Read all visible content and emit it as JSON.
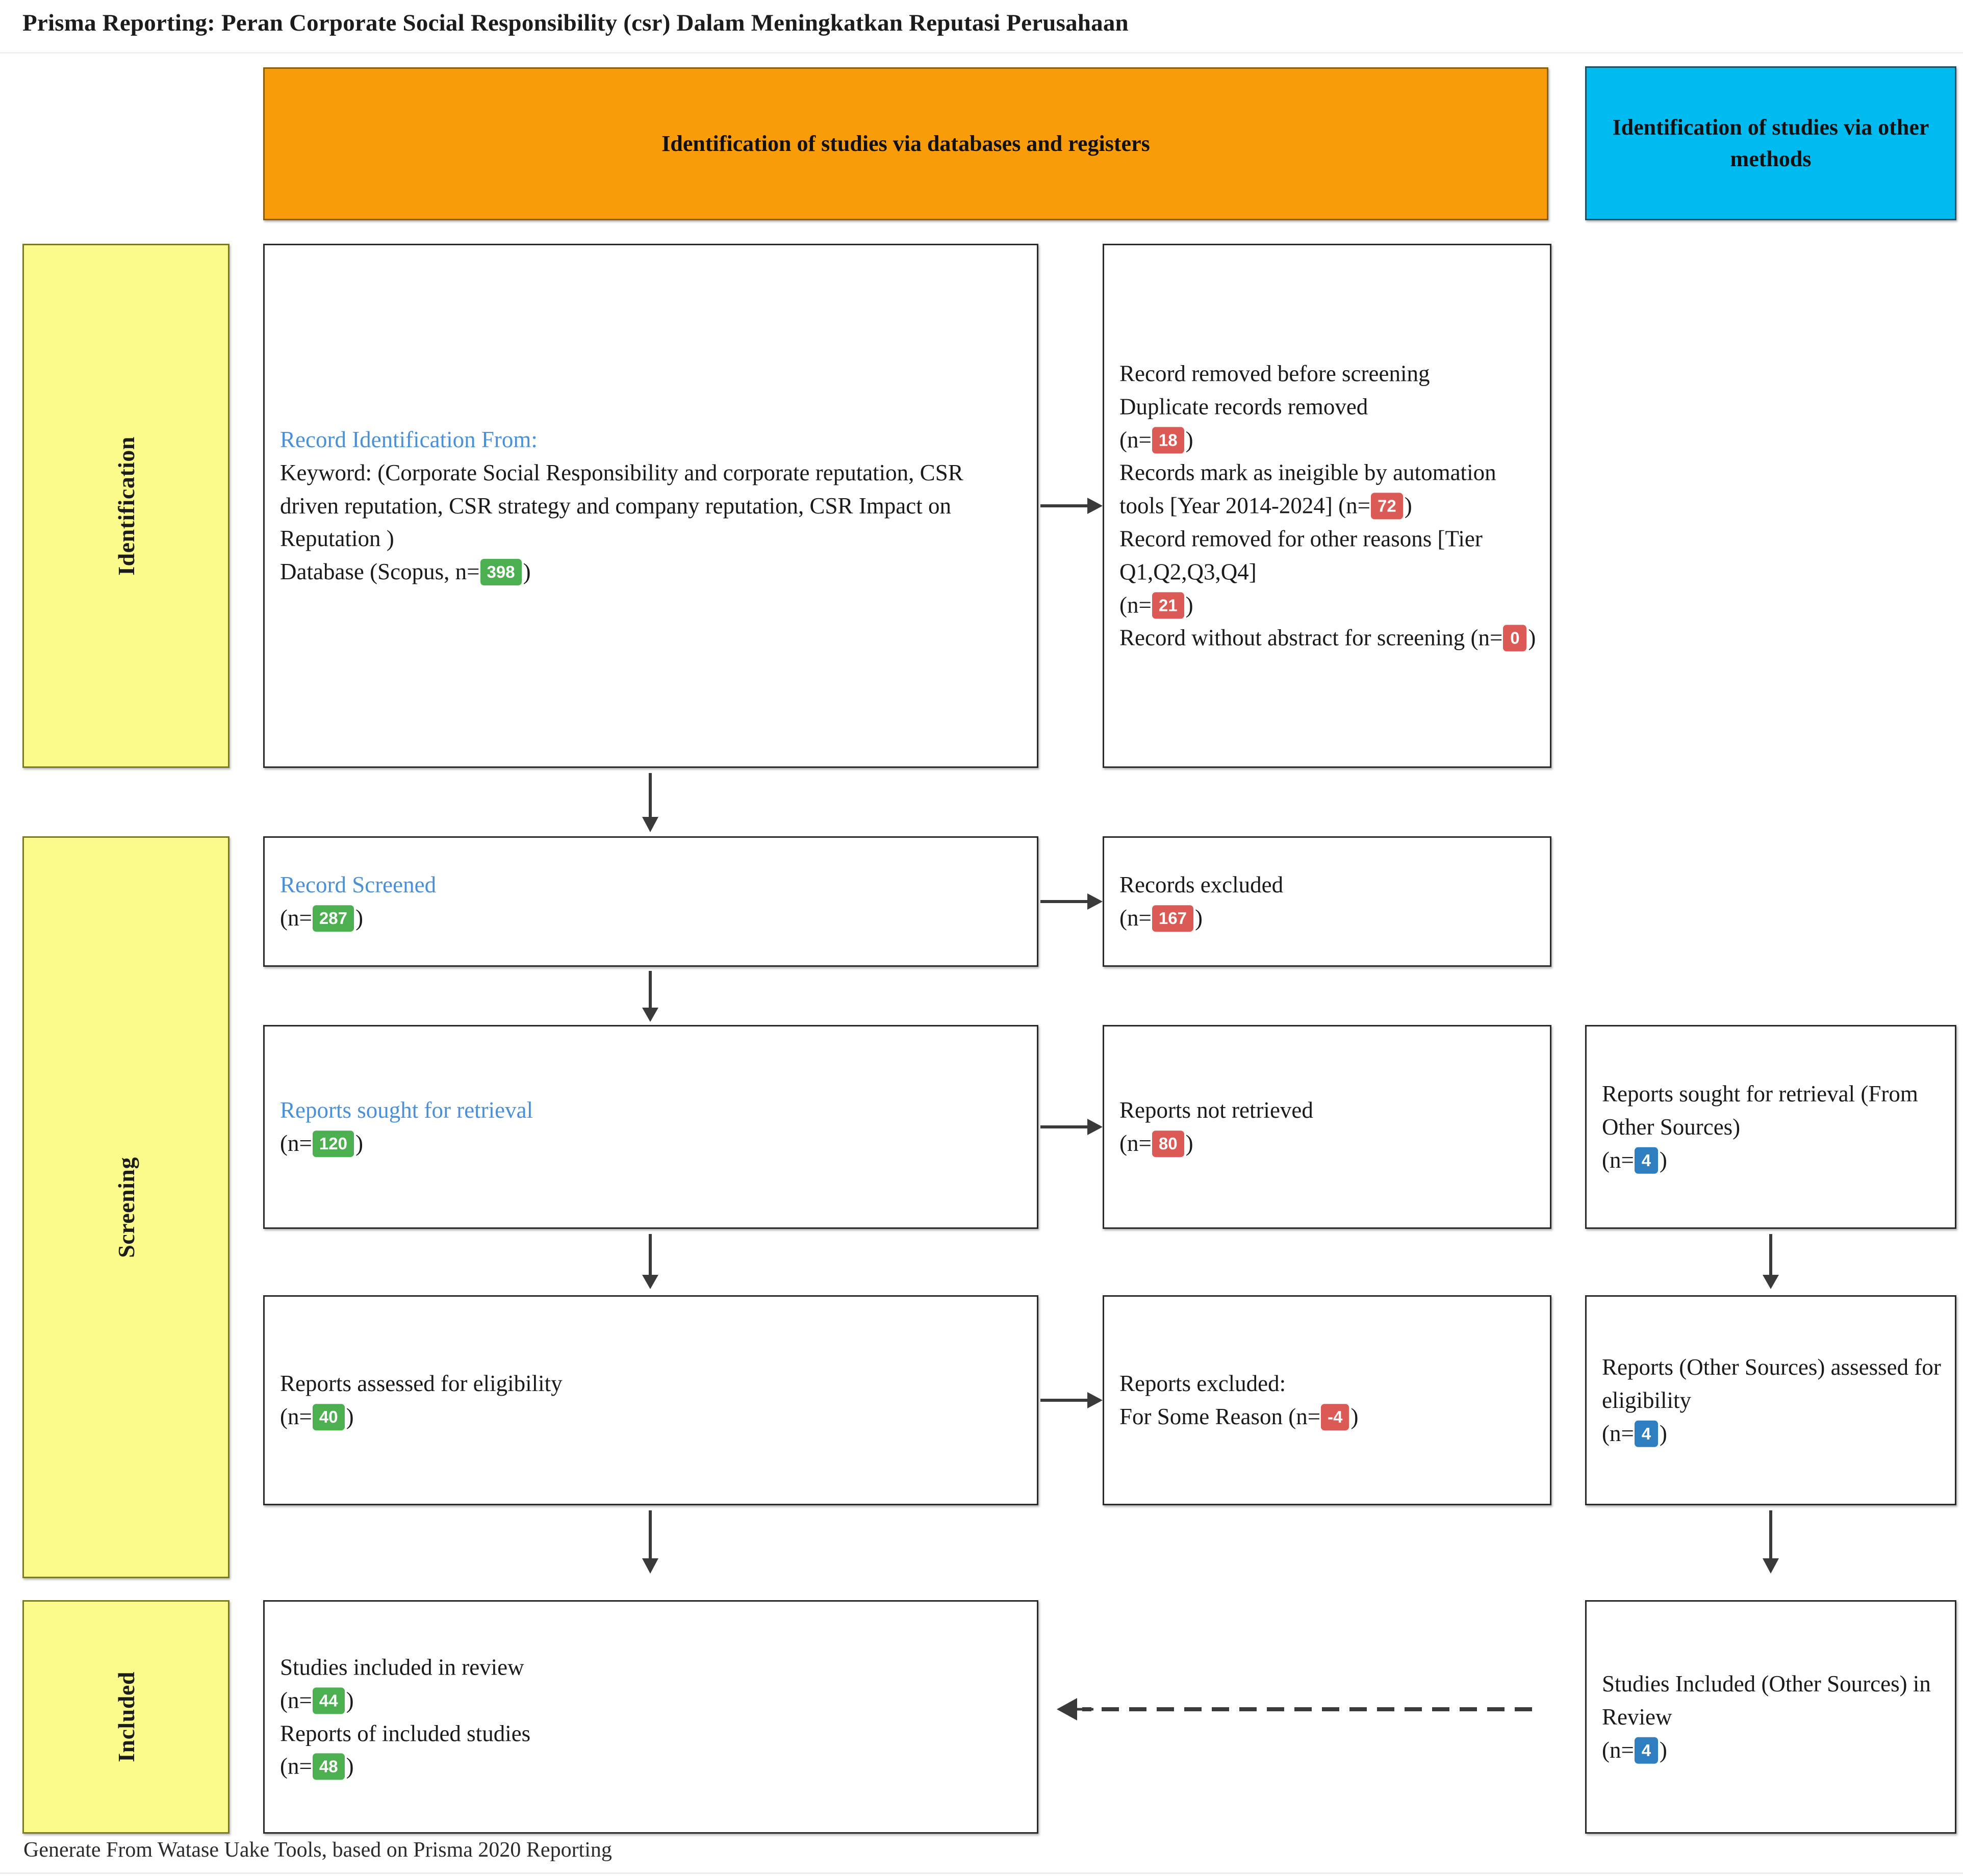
{
  "page": {
    "title": "Prisma Reporting: Peran Corporate Social Responsibility (csr) Dalam Meningkatkan Reputasi Perusahaan",
    "footer": "Generate From Watase Uake Tools, based on Prisma 2020 Reporting"
  },
  "colors": {
    "banner_databases_bg": "#f89c0a",
    "banner_other_bg": "#00bbf0",
    "stage_label_bg": "#fbfb8b",
    "badge_green": "#4caf50",
    "badge_red": "#db5a56",
    "badge_blue": "#2f7fc0",
    "heading_blue": "#4a90d9"
  },
  "banners": {
    "databases": "Identification of studies via databases and registers",
    "other_methods": "Identification of studies via other methods"
  },
  "stages": {
    "identification": "Identification",
    "screening": "Screening",
    "included": "Included"
  },
  "identification": {
    "heading": "Record Identification From:",
    "keyword_line": "Keyword: (Corporate Social Responsibility and corporate reputation, CSR driven reputation, CSR strategy and company reputation, CSR Impact on Reputation )",
    "database_prefix": "Database (Scopus, n=",
    "database_count": "398",
    "close_paren": ")"
  },
  "removed_before_screening": {
    "line1": "Record removed before screening",
    "duplicate_label": "Duplicate records removed",
    "duplicate_n_prefix": "(n=",
    "duplicate_count": "18",
    "ineligible_label": "Records mark as ineigible by automation tools [Year 2014-2024] (n=",
    "ineligible_count": "72",
    "other_reasons_label": "Record removed for other reasons [Tier Q1,Q2,Q3,Q4]",
    "other_reasons_n_prefix": "(n=",
    "other_reasons_count": "21",
    "no_abstract_label": "Record without abstract for screening (n=",
    "no_abstract_count": "0",
    "close_paren": ")"
  },
  "record_screened": {
    "heading": "Record Screened",
    "n_prefix": "(n=",
    "count": "287",
    "close_paren": ")"
  },
  "records_excluded": {
    "label": "Records excluded",
    "n_prefix": "(n=",
    "count": "167",
    "close_paren": ")"
  },
  "reports_sought": {
    "heading": "Reports sought for retrieval",
    "n_prefix": "(n=",
    "count": "120",
    "close_paren": ")"
  },
  "reports_not_retrieved": {
    "label": "Reports not retrieved",
    "n_prefix": "(n=",
    "count": "80",
    "close_paren": ")"
  },
  "other_sought": {
    "label": "Reports sought for retrieval (From Other Sources)",
    "n_prefix": "(n=",
    "count": "4",
    "close_paren": ")"
  },
  "reports_eligibility": {
    "label": "Reports assessed for eligibility",
    "n_prefix": "(n=",
    "count": "40",
    "close_paren": ")"
  },
  "reports_excluded": {
    "label": "Reports excluded:",
    "reason_prefix": "For Some Reason (n=",
    "count": "-4",
    "close_paren": ")"
  },
  "other_eligibility": {
    "label": "Reports (Other Sources) assessed for eligibility",
    "n_prefix": "(n=",
    "count": "4",
    "close_paren": ")"
  },
  "studies_included": {
    "label_studies": "Studies included in review",
    "studies_n_prefix": "(n=",
    "studies_count": "44",
    "label_reports": "Reports of included studies",
    "reports_n_prefix": "(n=",
    "reports_count": "48",
    "close_paren": ")"
  },
  "other_included": {
    "label": "Studies Included (Other Sources) in Review",
    "n_prefix": "(n=",
    "count": "4",
    "close_paren": ")"
  }
}
